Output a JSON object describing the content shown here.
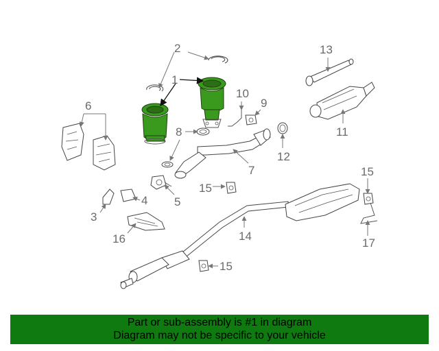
{
  "callouts": {
    "c1": "1",
    "c2": "2",
    "c3": "3",
    "c4": "4",
    "c5": "5",
    "c6": "6",
    "c7": "7",
    "c8": "8",
    "c9": "9",
    "c10": "10",
    "c11": "11",
    "c12": "12",
    "c13": "13",
    "c14": "14",
    "c15a": "15",
    "c15b": "15",
    "c15c": "15",
    "c16": "16",
    "c17": "17"
  },
  "banner": {
    "line1": "Part or sub-assembly is #1 in diagram",
    "line2": "Diagram may not be specific to your vehicle"
  },
  "colors": {
    "highlight": "#3a9a1e",
    "banner": "#0f7a0f"
  }
}
